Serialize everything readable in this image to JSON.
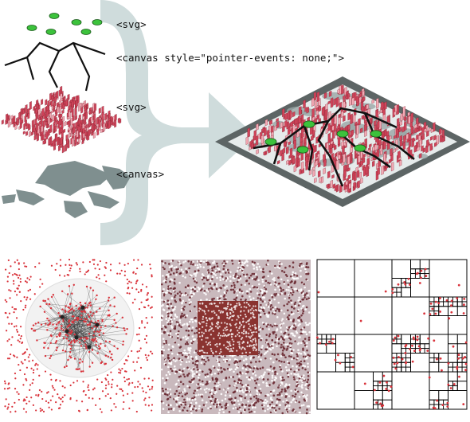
{
  "layers": [
    {
      "id": "layer-svg-points",
      "label": "<svg>"
    },
    {
      "id": "layer-canvas-lines",
      "label": "<canvas style=\"pointer-events: none;\">"
    },
    {
      "id": "layer-svg-glyphs",
      "label": "<svg>"
    },
    {
      "id": "layer-canvas-map",
      "label": "<canvas>"
    }
  ],
  "colors": {
    "arrow": "#cfdcdc",
    "point_fill": "#3cc23c",
    "point_stroke": "#1a5a1a",
    "line": "#111111",
    "glyph": "#d0445a",
    "map": "#7f8f8f",
    "frame_outer": "#5d6565",
    "frame_inner": "#e6ebeb",
    "network_node": "#d9333b",
    "graph_fill": "#8a3330",
    "quadtree_line": "#000000"
  },
  "icons": [
    "merge-arrow-icon"
  ]
}
